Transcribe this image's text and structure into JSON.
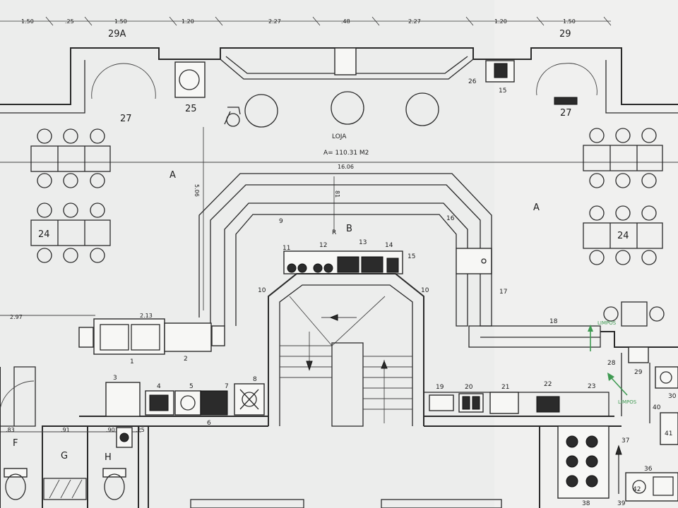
{
  "room": {
    "name": "LOJA",
    "area": "A= 110.31 M2"
  },
  "dimensions": {
    "top": [
      "1.50",
      ".25",
      "1.50",
      "1.20",
      "2.27",
      ".48",
      "2.27",
      "1.20",
      "1.50"
    ],
    "width_total": "16.06",
    "left_depth": "5.06",
    "center_depth": "81",
    "left_side": "2.97",
    "counter_width": "2.13",
    "wc_left": ".83",
    "wc_mid": ".91",
    "wc_right": ".90",
    "wc_small": ".25"
  },
  "zones": {
    "dining": "A",
    "bar": "B",
    "wc_f": "F",
    "wc_g": "G",
    "wc_h": "H"
  },
  "markers": {
    "entrance_left": "29A",
    "entrance_right": "29",
    "n1": "1",
    "n2": "2",
    "n3": "3",
    "n4": "4",
    "n5": "5",
    "n6": "6",
    "n7": "7",
    "n8": "8",
    "n9": "9",
    "n10": "10",
    "n11": "11",
    "n12": "12",
    "n13": "13",
    "n14": "14",
    "n15": "15",
    "n16": "16",
    "n17": "17",
    "n18": "18",
    "n19": "19",
    "n20": "20",
    "n21": "21",
    "n22": "22",
    "n23": "23",
    "n24": "24",
    "n25": "25",
    "n26": "26",
    "n27": "27",
    "n28": "28",
    "n29": "29",
    "n30": "30",
    "n36": "36",
    "n37": "37",
    "n38": "38",
    "n39": "39",
    "n40": "40",
    "n41": "41",
    "n42": "42",
    "r": "R"
  },
  "flow_label": "LIMPOS"
}
